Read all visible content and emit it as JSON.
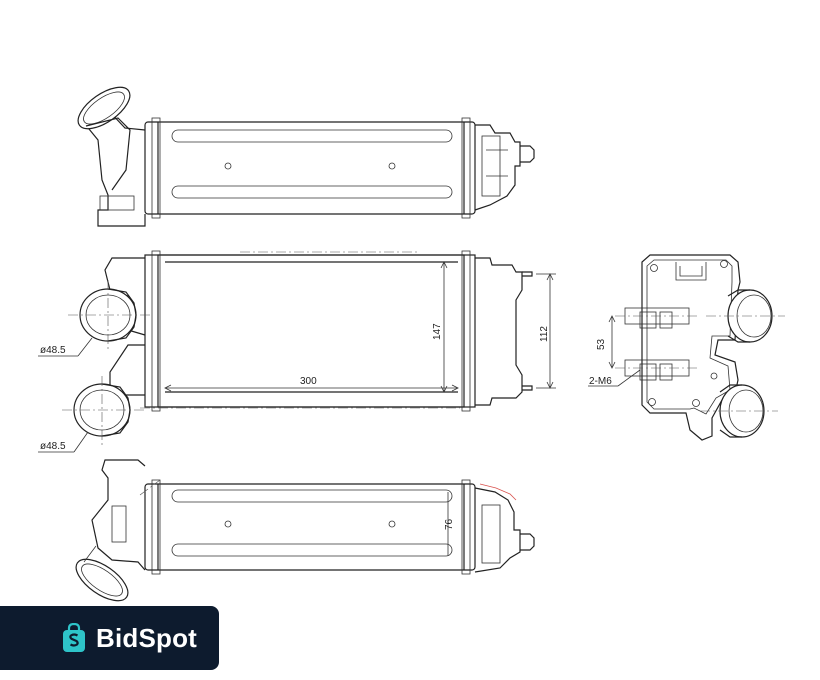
{
  "dimensions": {
    "inlet_diameter_top": "ø48.5",
    "inlet_diameter_bottom": "ø48.5",
    "core_height": "147",
    "core_width": "300",
    "mount_height": "112",
    "side_hole_spacing": "53",
    "side_thread": "2-M6",
    "bottom_depth": "76"
  },
  "logo": {
    "name": "BidSpot",
    "colors": {
      "background": "#0d1b2e",
      "icon": "#2ec4c9",
      "text": "#ffffff"
    }
  }
}
